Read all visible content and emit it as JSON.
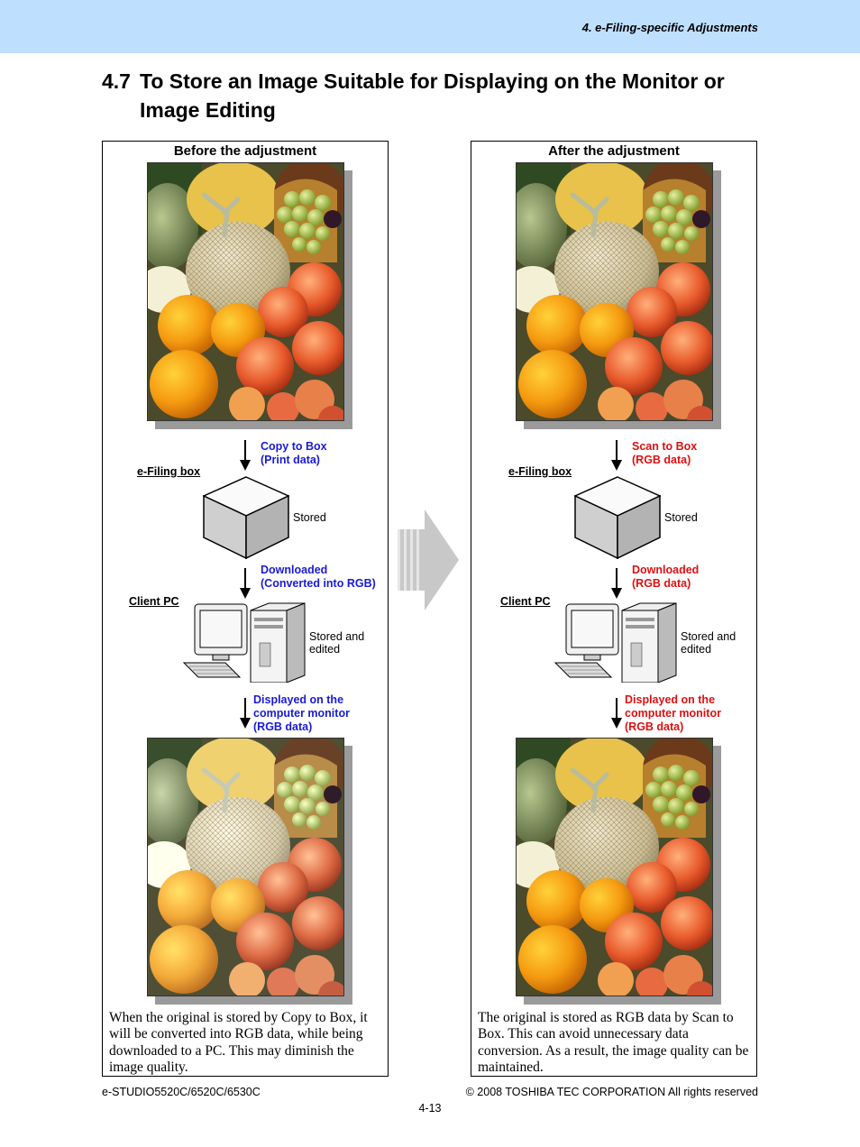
{
  "header": {
    "chapter": "4. e-Filing-specific Adjustments"
  },
  "section": {
    "number": "4.7",
    "title": "To Store an Image Suitable for Displaying on the Monitor or Image Editing"
  },
  "panels": [
    {
      "title": "Before the adjustment",
      "step1": {
        "line1": "Copy to Box",
        "line2": "(Print data)"
      },
      "box_label": "e-Filing box",
      "stored": "Stored",
      "step2": {
        "line1": "Downloaded",
        "line2": "(Converted into RGB)"
      },
      "pc_label": "Client PC",
      "stored_edited": {
        "line1": "Stored and",
        "line2": "edited"
      },
      "step3": {
        "line1": "Displayed on the",
        "line2": "computer monitor",
        "line3": "(RGB data)"
      },
      "description": "When the original is stored by Copy to Box, it will be converted into RGB data, while being downloaded to a PC.  This may diminish the image quality.",
      "label_color": "#1a1ad8"
    },
    {
      "title": "After the adjustment",
      "step1": {
        "line1": "Scan to Box",
        "line2": "(RGB data)"
      },
      "box_label": "e-Filing box",
      "stored": "Stored",
      "step2": {
        "line1": "Downloaded",
        "line2": "(RGB data)"
      },
      "pc_label": "Client PC",
      "stored_edited": {
        "line1": "Stored and",
        "line2": "edited"
      },
      "step3": {
        "line1": "Displayed on the",
        "line2": "computer monitor",
        "line3": "(RGB data)"
      },
      "description": "The original is stored as RGB data by Scan to Box.  This can avoid unnecessary data conversion.  As a result, the image quality can be maintained.",
      "label_color": "#e01010"
    }
  ],
  "footer": {
    "model": "e-STUDIO5520C/6520C/6530C",
    "copyright": "© 2008 TOSHIBA TEC CORPORATION All rights reserved",
    "page": "4-13"
  }
}
